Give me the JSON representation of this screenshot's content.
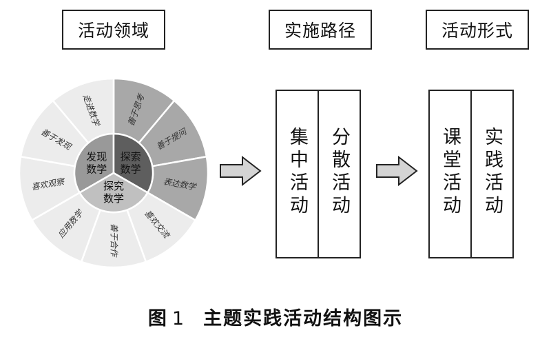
{
  "headers": {
    "domain": "活动领域",
    "path": "实施路径",
    "form": "活动形式"
  },
  "wheel": {
    "inner": [
      "发现\n数学",
      "探索\n数学",
      "探究\n数学"
    ],
    "outer": [
      "善于思考",
      "善于提问",
      "表达数学",
      "喜欢交流",
      "善于合作",
      "应用数学",
      "喜欢观察",
      "善于发现",
      "走进数学"
    ]
  },
  "path_columns": [
    "集中活动",
    "分散活动"
  ],
  "form_columns": [
    "课堂活动",
    "实践活动"
  ],
  "caption": {
    "figure": "图",
    "number": "1",
    "title": "主题实践活动结构图示"
  }
}
